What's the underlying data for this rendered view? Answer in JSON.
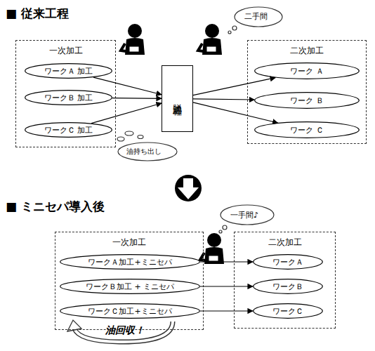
{
  "diagram": {
    "nodes": [
      {
        "text": [
          "一次加工"
        ]
      },
      {
        "text": [
          "ワークＡ 加工"
        ],
        "in": 0
      },
      {
        "text": [
          "ワークＢ 加工"
        ],
        "in": 0
      },
      {
        "text": [
          "ワークＣ 加工"
        ],
        "in": 0
      },
      {
        "text": [
          "脱油工程"
        ]
      },
      {
        "text": [
          "二次加工"
        ]
      },
      {
        "text": [
          "ワーク Ａ"
        ],
        "in": 5
      },
      {
        "text": [
          "ワーク Ｂ"
        ],
        "in": 5
      },
      {
        "text": [
          "ワーク Ｃ"
        ],
        "in": 5
      },
      {
        "text": [
          "一次加工"
        ]
      },
      {
        "text": [
          "ワークＡ加工+ミニセパ"
        ],
        "in": 9
      },
      {
        "text": [
          "ワークＢ加工 + ミニセパ"
        ],
        "in": 9
      },
      {
        "text": [
          "ワークＣ加工+ミニセパ"
        ],
        "in": 9
      },
      {
        "text": [
          "二次加工"
        ]
      },
      {
        "text": [
          "ワークＡ"
        ],
        "in": 13
      },
      {
        "text": [
          "ワークＢ"
        ],
        "in": 13
      },
      {
        "text": [
          "ワークＣ"
        ],
        "in": 13
      }
    ],
    "edges": [
      {
        "from": 1,
        "to": 4,
        "arrow": "to"
      },
      {
        "from": 2,
        "to": 4,
        "arrow": "to"
      },
      {
        "from": 3,
        "to": 4,
        "arrow": "to"
      },
      {
        "from": 4,
        "to": 6,
        "arrow": "to"
      },
      {
        "from": 4,
        "to": 7,
        "arrow": "to"
      },
      {
        "from": 4,
        "to": 8,
        "arrow": "to"
      },
      {
        "from": 10,
        "to": 14,
        "arrow": "to"
      },
      {
        "from": 11,
        "to": 15,
        "arrow": "to"
      },
      {
        "from": 12,
        "to": 16,
        "arrow": "to"
      }
    ],
    "labels": [
      "■ 従来工程",
      "二手間",
      "油持ち出し",
      "■ ミニセパ導入後",
      "一手間♪",
      "油回収！"
    ]
  }
}
